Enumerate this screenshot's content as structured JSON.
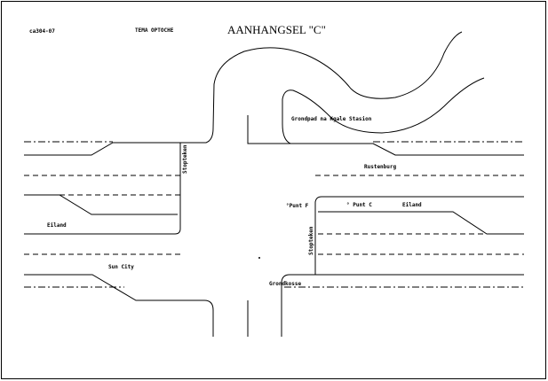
{
  "header": {
    "code": "ca304-07",
    "subject": "TEMA OPTOCHE",
    "title": "AANHANGSEL \"C\""
  },
  "labels": {
    "station": "Grondpad na Kgale Stasion",
    "rustenburg": "Rustenburg",
    "punt_f": "°Punt F",
    "punt_c": "° Punt C",
    "eiland_right": "Eiland",
    "eiland_left": "Eiland",
    "sun_city": "Sun City",
    "stopteken_left": "Stopteken",
    "stopteken_right": "Stopteken",
    "grondkosse": "Grondkosse"
  }
}
